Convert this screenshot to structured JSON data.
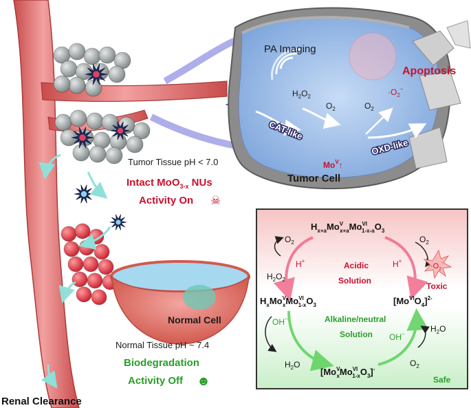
{
  "cell_panel": {
    "pa_imaging": "PA Imaging",
    "apoptosis": "Apoptosis",
    "h2o2": "H",
    "h2o2_sub1": "2",
    "h2o2_o": "O",
    "h2o2_sub2": "2",
    "o2_a": "O",
    "o2_a_sub": "2",
    "o2_b": "O",
    "o2_b_sub": "2",
    "superoxide": "·O",
    "superoxide_sub": "2",
    "superoxide_sup": "−",
    "cat_like": "CAT-like",
    "oxd_like": "OXD-like",
    "mo_v": "Mo",
    "mo_v_sup": "V",
    "up_arrow": "↑",
    "tumor_cell": "Tumor Cell"
  },
  "left": {
    "tumor_ph": "Tumor Tissue pH < 7.0",
    "intact": "Intact MoO",
    "intact_sub": "3-x",
    "intact_tail": " NUs",
    "activity_on": "Activity On",
    "skull_icon": "☠",
    "normal_cell": "Normal Cell",
    "normal_ph": "Normal Tissue pH ~ 7.4",
    "biodegradation": "Biodegradation",
    "activity_off": "Activity Off",
    "smile_icon": "☻",
    "renal": "Renal Clearance"
  },
  "mechanism": {
    "top_formula": {
      "a": "H",
      "a_sub": "x+a",
      "b": "Mo",
      "b_sup": "V",
      "b_sub": "x+a",
      "c": "Mo",
      "c_sup": "VI",
      "c_sub": "1-x-a",
      "d": "O",
      "d_sub": "3"
    },
    "o2_left": "O",
    "o2_left_sub": "2",
    "h2o2_left": "H",
    "h2o2_left_s1": "2",
    "h2o2_left_o": "O",
    "h2o2_left_s2": "2",
    "h_plus_left": "H",
    "h_plus_sup": "+",
    "acidic": "Acidic",
    "solution_top": "Solution",
    "h_plus_right": "H",
    "o2_right": "O",
    "o2_right_sub": "2",
    "radical": "·O",
    "radical_sub": "2",
    "radical_sup": "-",
    "toxic": "Toxic",
    "mid_left": {
      "a": "H",
      "a_sub": "x",
      "b": "Mo",
      "b_sup": "V",
      "b_sub": "x",
      "c": "Mo",
      "c_sup": "VI",
      "c_sub": "1-x",
      "d": "O",
      "d_sub": "3"
    },
    "mid_right": {
      "a": "[Mo",
      "a_sup": "VI",
      "b": "O",
      "b_sub": "4",
      "c": "]",
      "c_sup": "2-"
    },
    "oh_left": "OH",
    "oh_sup": "−",
    "alkaline": "Alkaline/neutral",
    "solution_bottom": "Solution",
    "oh_right": "OH",
    "h2o_right": "H",
    "h2o_right_sub": "2",
    "h2o_right_o": "O",
    "h2o_left": "H",
    "h2o_left_sub": "2",
    "h2o_left_o": "O",
    "bottom_formula": {
      "a": "[Mo",
      "a_sup": "V",
      "a_sub": "x",
      "b": "Mo",
      "b_sup": "VI",
      "b_sub": "1-x",
      "c": "O",
      "c_sub": "3",
      "d": "]",
      "d_sup": "-"
    },
    "o2_bottom": "O",
    "o2_bottom_sub": "2",
    "safe": "Safe"
  },
  "colors": {
    "acid_red": "#c8102e",
    "safe_green": "#2a9d2a",
    "vessel": "#e07a7a",
    "cell_blue": "#8fb8e8"
  }
}
